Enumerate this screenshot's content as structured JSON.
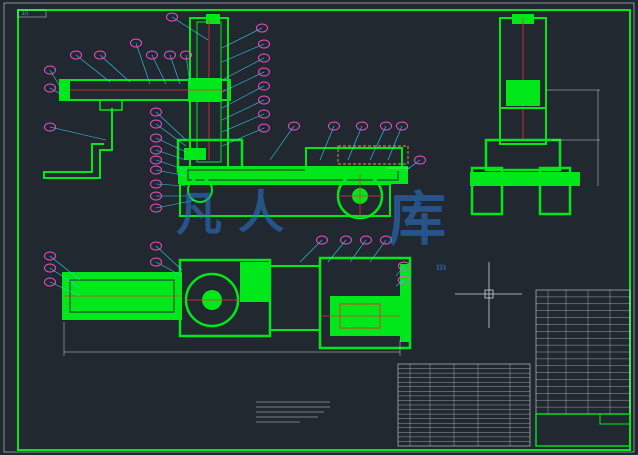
{
  "sheet": {
    "frame_tag": "2/1",
    "bg": "#212830",
    "line_color": "#00e81a",
    "accent_red": "#e63232",
    "leader_color": "#2fd2e8",
    "balloon_color": "#ff4fd8"
  },
  "watermark": {
    "chars": [
      "凡",
      "人",
      "库"
    ],
    "domain": "m",
    "color": "#2e78d2"
  },
  "icons": {
    "crosshair": "crosshair-icon"
  },
  "title_block": {
    "label": "",
    "rows": 18
  }
}
